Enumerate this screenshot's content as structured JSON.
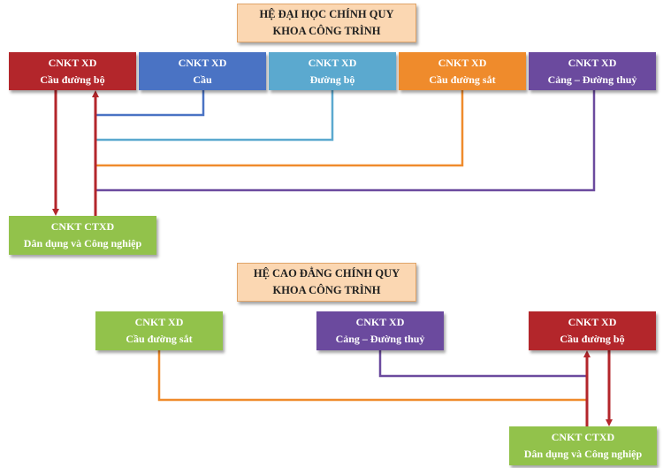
{
  "colors": {
    "red": "#b3262b",
    "blue": "#4a73c4",
    "light_blue": "#5ba9cf",
    "orange": "#ef8b2c",
    "purple": "#6b4a9e",
    "green": "#92c24b",
    "header_bg": "#fbd7b2"
  },
  "university": {
    "title_line1": "HỆ ĐẠI HỌC CHÍNH QUY",
    "title_line2": "KHOA CÔNG TRÌNH",
    "majors": [
      {
        "line1": "CNKT XD",
        "line2": "Cầu đường bộ"
      },
      {
        "line1": "CNKT XD",
        "line2": "Cầu"
      },
      {
        "line1": "CNKT XD",
        "line2": "Đường bộ"
      },
      {
        "line1": "CNKT XD",
        "line2": "Cầu đường sắt"
      },
      {
        "line1": "CNKT XD",
        "line2": "Cảng – Đường thuỷ"
      }
    ],
    "target": {
      "line1": "CNKT CTXD",
      "line2": "Dân dụng và Công nghiệp"
    }
  },
  "college": {
    "title_line1": "HỆ CAO ĐẲNG CHÍNH QUY",
    "title_line2": "KHOA CÔNG TRÌNH",
    "majors": [
      {
        "line1": "CNKT XD",
        "line2": "Cầu đường sắt"
      },
      {
        "line1": "CNKT XD",
        "line2": "Cảng – Đường thuỷ"
      },
      {
        "line1": "CNKT XD",
        "line2": "Cầu đường bộ"
      }
    ],
    "target": {
      "line1": "CNKT CTXD",
      "line2": "Dân dụng và Công nghiệp"
    }
  }
}
